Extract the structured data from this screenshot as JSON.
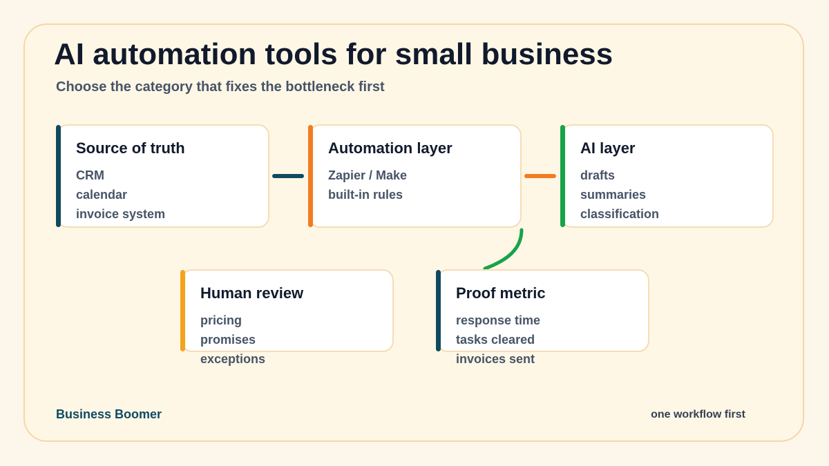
{
  "title": "AI automation tools for small business",
  "subtitle": "Choose the category that fixes the bottleneck first",
  "colors": {
    "navy": "#0f4a5f",
    "orange": "#f47b20",
    "green": "#18a34a",
    "amber": "#f4a31b"
  },
  "cards": [
    {
      "title": "Source of truth",
      "items": [
        "CRM",
        "calendar",
        "invoice system"
      ]
    },
    {
      "title": "Automation layer",
      "items": [
        "Zapier / Make",
        "built-in rules"
      ]
    },
    {
      "title": "AI layer",
      "items": [
        "drafts",
        "summaries",
        "classification"
      ]
    },
    {
      "title": "Human review",
      "items": [
        "pricing",
        "promises",
        "exceptions"
      ]
    },
    {
      "title": "Proof metric",
      "items": [
        "response time",
        "tasks cleared",
        "invoices sent"
      ]
    }
  ],
  "footer": {
    "brand": "Business Boomer",
    "tagline": "one workflow first"
  }
}
